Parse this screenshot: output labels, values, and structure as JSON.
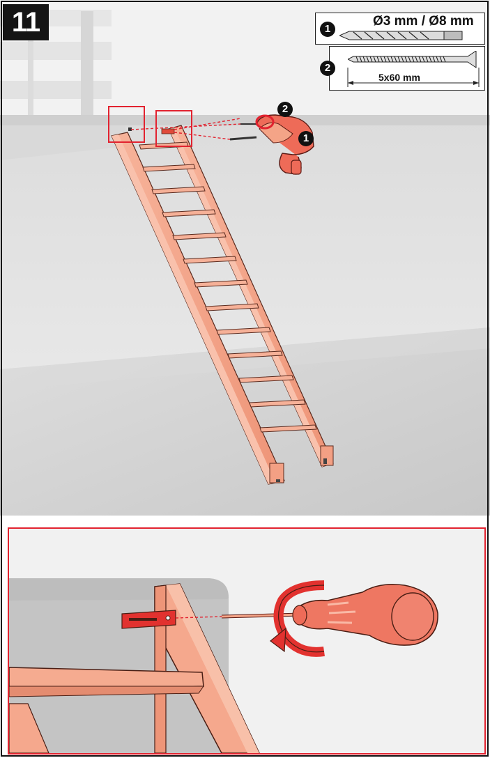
{
  "step": {
    "number": "11"
  },
  "parts": [
    {
      "marker": "1",
      "spec": "Ø3 mm / Ø8 mm",
      "icon": "drill-bit-icon"
    },
    {
      "marker": "2",
      "spec": "5x60 mm",
      "icon": "screw-icon"
    }
  ],
  "callouts": {
    "drill_marker_1": "1",
    "drill_marker_2": "2"
  },
  "colors": {
    "wood": "#f4a487",
    "wood_dark": "#d87f63",
    "wall": "#e4e4e4",
    "floor": "#d2d2d2",
    "highlight_red": "#e2222f",
    "tool_red": "#ee6b58"
  }
}
